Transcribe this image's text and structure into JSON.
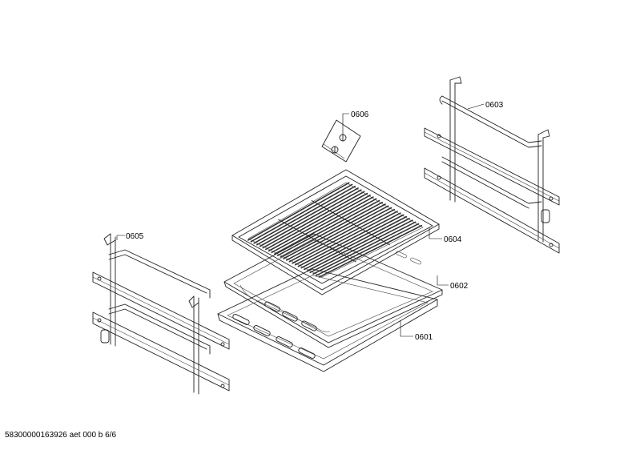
{
  "parts": [
    {
      "id": "0606",
      "label": "0606"
    },
    {
      "id": "0603",
      "label": "0603"
    },
    {
      "id": "0605",
      "label": "0605"
    },
    {
      "id": "0604",
      "label": "0604"
    },
    {
      "id": "0602",
      "label": "0602"
    },
    {
      "id": "0601",
      "label": "0601"
    }
  ],
  "footer": {
    "text": "58300000163926 aet 000 b 6/6"
  }
}
